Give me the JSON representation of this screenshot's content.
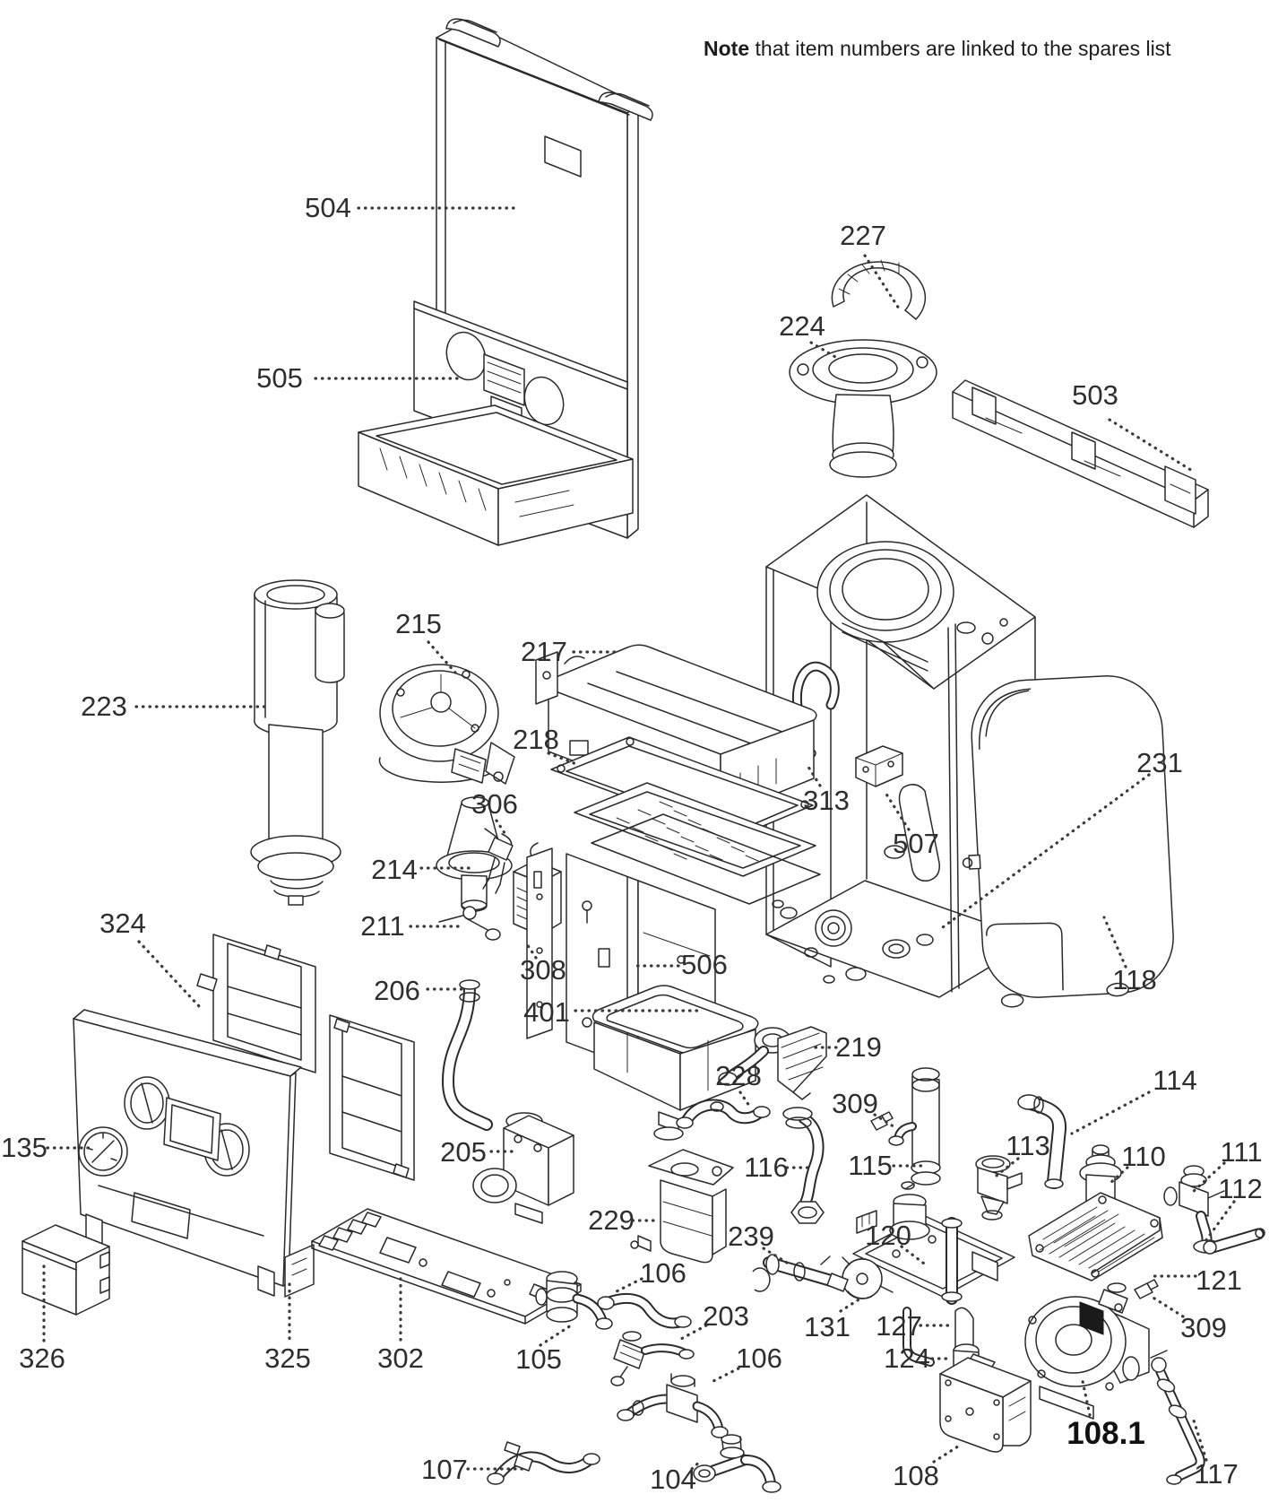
{
  "note": {
    "bold": "Note",
    "rest": " that item numbers are linked to the spares list"
  },
  "labels": {
    "n504": "504",
    "n505": "505",
    "n227": "227",
    "n224": "224",
    "n503": "503",
    "n215": "215",
    "n217": "217",
    "n223": "223",
    "n218": "218",
    "n306": "306",
    "n313": "313",
    "n507": "507",
    "n231": "231",
    "n214": "214",
    "n211": "211",
    "n324": "324",
    "n308": "308",
    "n506": "506",
    "n206": "206",
    "n401": "401",
    "n118": "118",
    "n219": "219",
    "n228": "228",
    "n114": "114",
    "n309a": "309",
    "n116": "116",
    "n115": "115",
    "n113": "113",
    "n110": "110",
    "n111": "111",
    "n112": "112",
    "n135": "135",
    "n205": "205",
    "n229": "229",
    "n239": "239",
    "n120": "120",
    "n121": "121",
    "n309b": "309",
    "n131": "131",
    "n127": "127",
    "n124": "124",
    "n326": "326",
    "n325": "325",
    "n302": "302",
    "n105": "105",
    "n106a": "106",
    "n203": "203",
    "n106b": "106",
    "n107": "107",
    "n104": "104",
    "n108": "108",
    "n108_1": "108.1",
    "n117": "117"
  }
}
